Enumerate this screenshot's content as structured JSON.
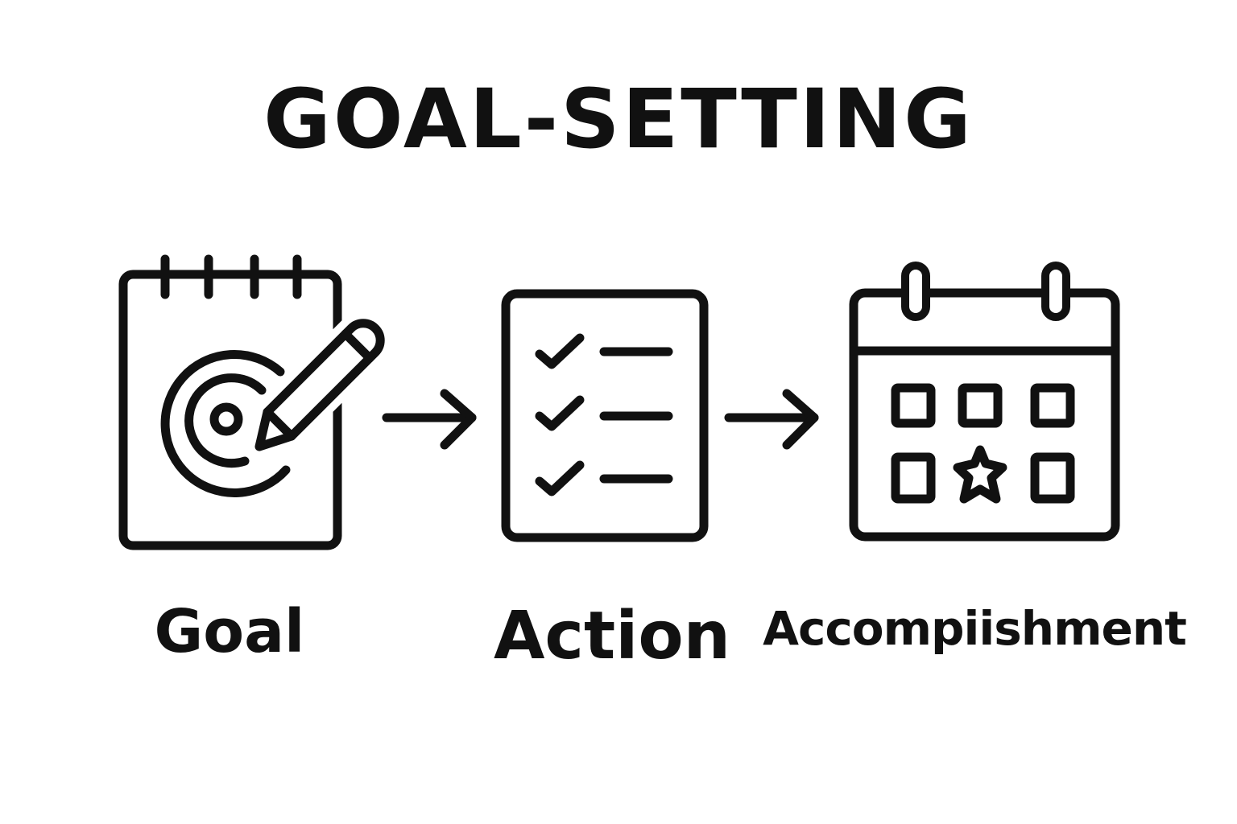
{
  "title": "GOAL-SETTING",
  "steps": [
    {
      "label": "Goal",
      "icon": "notepad-target-pencil-icon"
    },
    {
      "label": "Action",
      "icon": "checklist-icon"
    },
    {
      "label": "Accompiishment",
      "icon": "calendar-star-icon"
    }
  ],
  "connectors": [
    "arrow-right-icon",
    "arrow-right-icon"
  ],
  "colors": {
    "ink": "#111111",
    "background": "#ffffff"
  }
}
